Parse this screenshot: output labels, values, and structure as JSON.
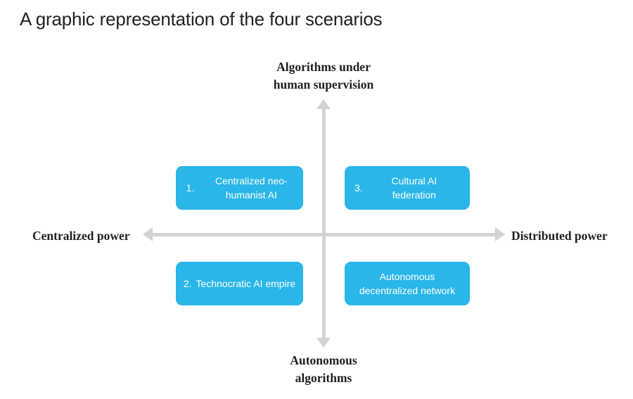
{
  "title": "A graphic representation of the four scenarios",
  "axes": {
    "top_label": "Algorithms under\nhuman supervision",
    "top_label_line1": "Algorithms under",
    "top_label_line2": "human supervision",
    "bottom_label_line1": "Autonomous",
    "bottom_label_line2": "algorithms",
    "left_label": "Centralized power",
    "right_label": "Distributed power",
    "axis_color": "#d3d3d3"
  },
  "boxes": [
    {
      "number": "1.",
      "text": "Centralized neo-humanist AI",
      "quadrant": "top-left",
      "color": "#29b6e8"
    },
    {
      "number": "3.",
      "text": "Cultural AI federation",
      "quadrant": "top-right",
      "color": "#29b6e8"
    },
    {
      "number": "2.",
      "text": "Technocratic AI empire",
      "quadrant": "bottom-left",
      "color": "#29b6e8"
    },
    {
      "number": "",
      "text": "Autonomous decentralized network",
      "quadrant": "bottom-right",
      "color": "#29b6e8"
    }
  ]
}
